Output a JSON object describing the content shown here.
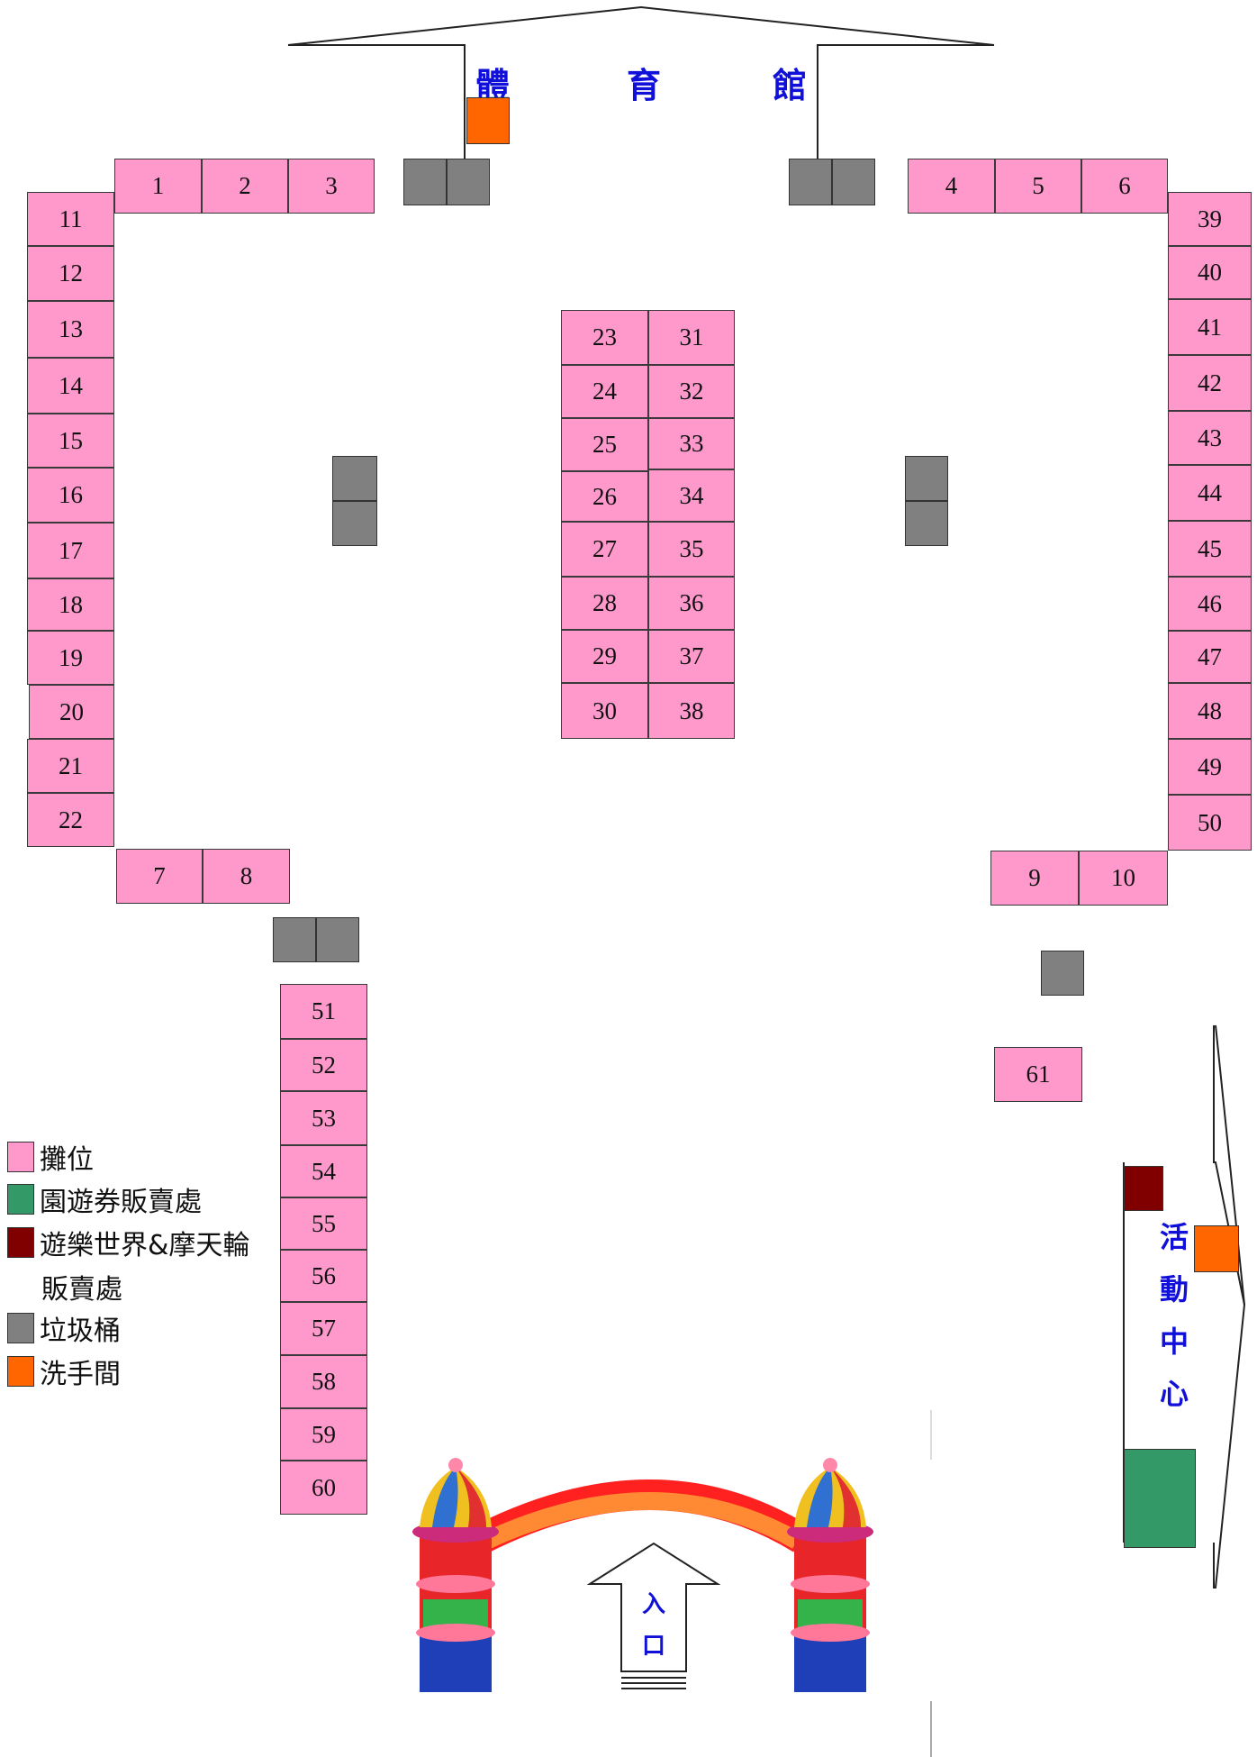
{
  "buildings": {
    "gym": {
      "chars": [
        "體",
        "育",
        "館"
      ]
    },
    "activity_center": {
      "chars": [
        "活",
        "動",
        "中",
        "心"
      ]
    }
  },
  "entrance": {
    "chars": [
      "入",
      "口"
    ]
  },
  "booths": {
    "b1": "1",
    "b2": "2",
    "b3": "3",
    "b4": "4",
    "b5": "5",
    "b6": "6",
    "b7": "7",
    "b8": "8",
    "b9": "9",
    "b10": "10",
    "b11": "11",
    "b12": "12",
    "b13": "13",
    "b14": "14",
    "b15": "15",
    "b16": "16",
    "b17": "17",
    "b18": "18",
    "b19": "19",
    "b20": "20",
    "b21": "21",
    "b22": "22",
    "b23": "23",
    "b24": "24",
    "b25": "25",
    "b26": "26",
    "b27": "27",
    "b28": "28",
    "b29": "29",
    "b30": "30",
    "b31": "31",
    "b32": "32",
    "b33": "33",
    "b34": "34",
    "b35": "35",
    "b36": "36",
    "b37": "37",
    "b38": "38",
    "b39": "39",
    "b40": "40",
    "b41": "41",
    "b42": "42",
    "b43": "43",
    "b44": "44",
    "b45": "45",
    "b46": "46",
    "b47": "47",
    "b48": "48",
    "b49": "49",
    "b50": "50",
    "b51": "51",
    "b52": "52",
    "b53": "53",
    "b54": "54",
    "b55": "55",
    "b56": "56",
    "b57": "57",
    "b58": "58",
    "b59": "59",
    "b60": "60",
    "b61": "61"
  },
  "legend": {
    "booth": "攤位",
    "ticket_booth": "園遊券販賣處",
    "ride_ticket_line1": "遊樂世界&摩天輪",
    "ride_ticket_line2": "販賣處",
    "trash": "垃圾桶",
    "restroom": "洗手間"
  },
  "colors": {
    "booth": "#ff99cc",
    "ticket_booth": "#339966",
    "ride_ticket": "#800000",
    "trash": "#808080",
    "restroom": "#ff6600",
    "building_text": "#1010d8"
  }
}
